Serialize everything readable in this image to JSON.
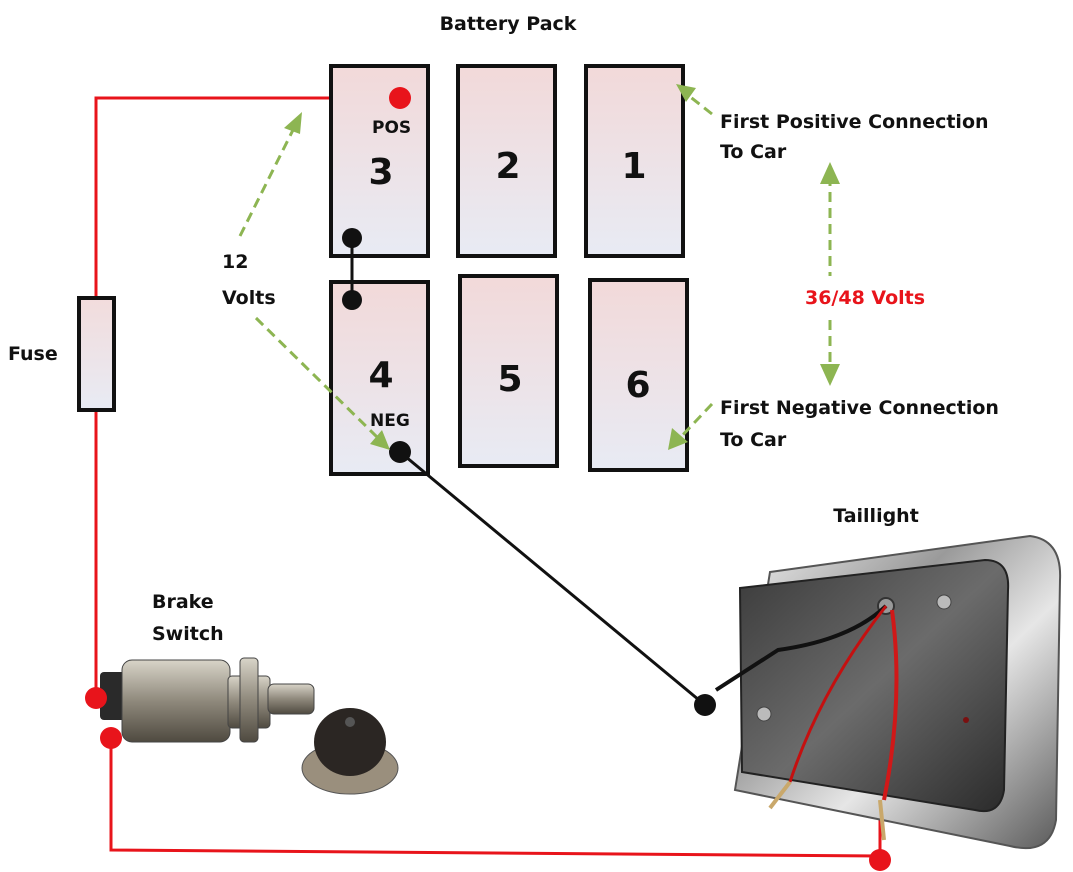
{
  "title": "Battery Pack",
  "cells": {
    "top": [
      "3",
      "2",
      "1"
    ],
    "bottom": [
      "4",
      "5",
      "6"
    ]
  },
  "terminals": {
    "pos": "POS",
    "neg": "NEG"
  },
  "labels": {
    "twelve_volts_line1": "12",
    "twelve_volts_line2": "Volts",
    "fuse": "Fuse",
    "first_positive_line1": "First Positive Connection",
    "first_positive_line2": "To Car",
    "pack_voltage": "36/48 Volts",
    "first_negative_line1": "First Negative Connection",
    "first_negative_line2": "To Car",
    "taillight": "Taillight",
    "brake_switch_line1": "Brake",
    "brake_switch_line2": "Switch"
  },
  "colors": {
    "wire_positive": "#e8141b",
    "wire_negative": "#111111",
    "arrow": "#8db552",
    "cell_gradient_top": "#f2dada",
    "cell_gradient_bottom": "#e9ecf3",
    "pack_voltage_text": "#e8141b"
  }
}
